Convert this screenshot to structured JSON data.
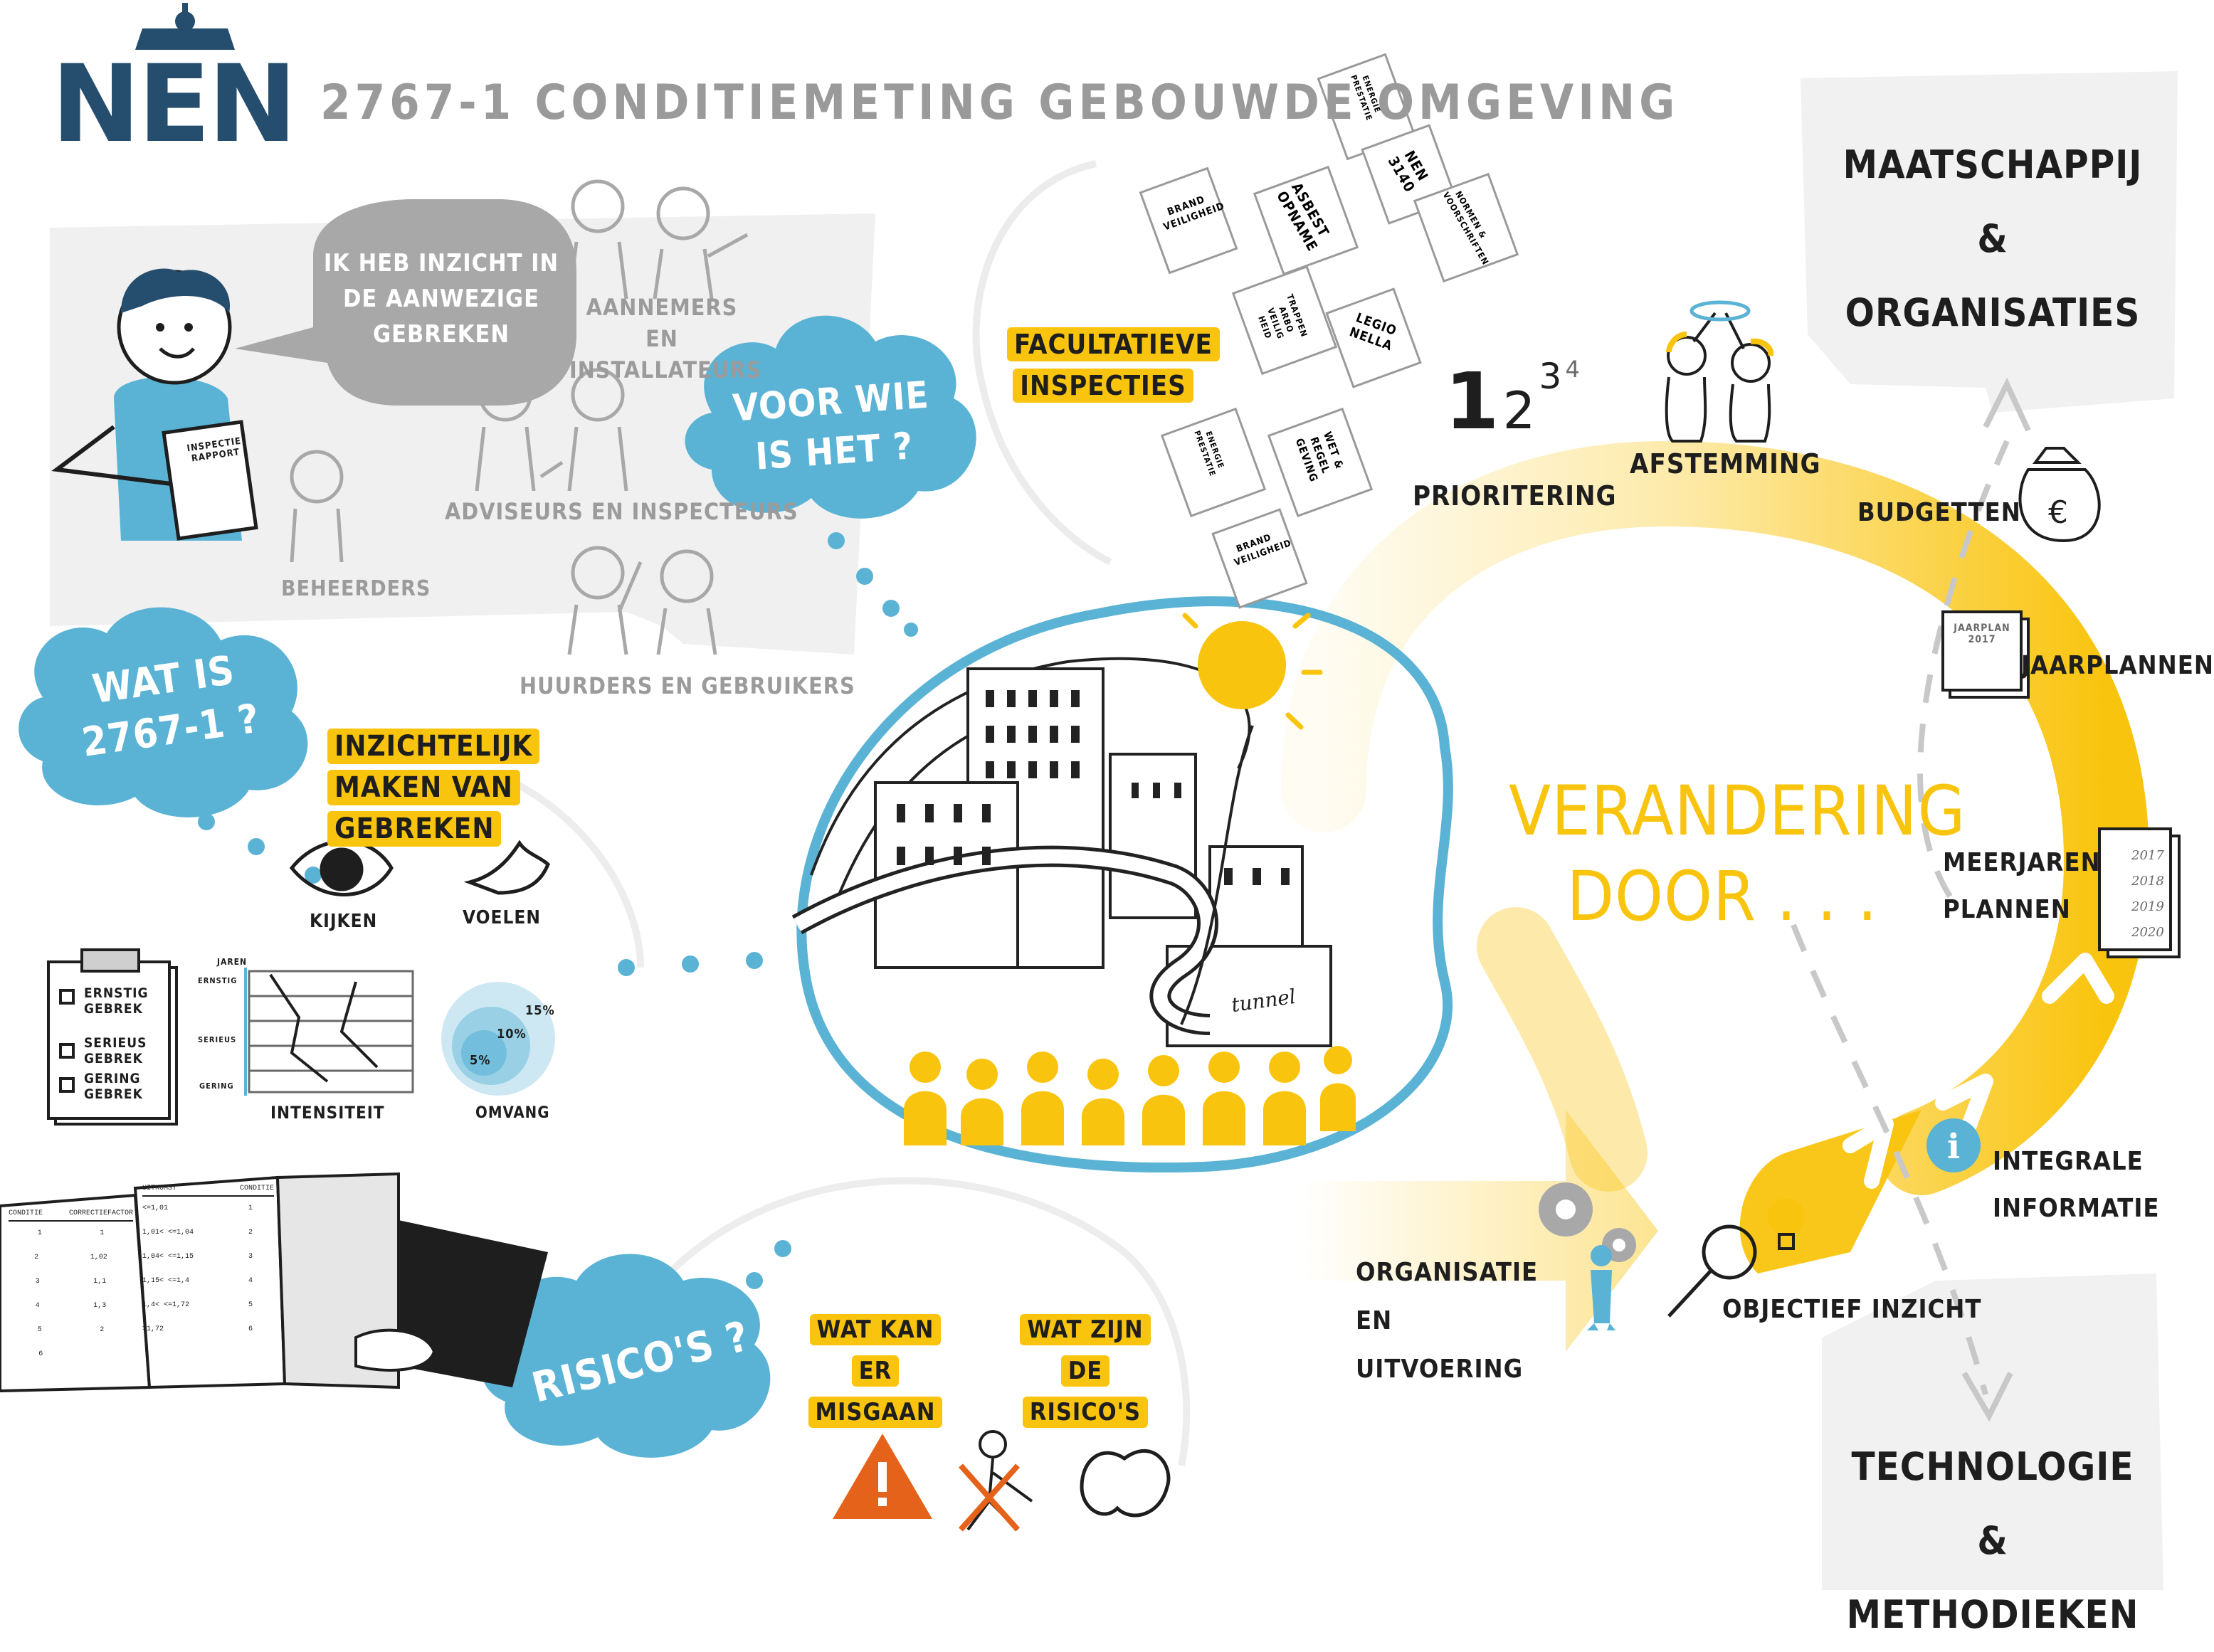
{
  "header": {
    "logo_text": "NEN",
    "title": "2767-1 CONDITIEMETING GEBOUWDE OMGEVING"
  },
  "speech_bubble": "IK HEB INZICHT IN DE AANWEZIGE GEBREKEN",
  "inspector": {
    "report_label": "INSPECTIE RAPPORT"
  },
  "stakeholders": {
    "aannemers": "AANNEMERS EN INSTALLATEURS",
    "adviseurs": "ADVISEURS EN INSPECTEURS",
    "beheerders": "BEHEERDERS",
    "huurders": "HUURDERS EN GEBRUIKERS"
  },
  "clouds": {
    "voor_wie": "VOOR WIE IS HET ?",
    "wat_is": "WAT IS 2767-1 ?",
    "risicos": "RISICO'S ?"
  },
  "facultatieve": "FACULTATIEVE INSPECTIES",
  "papers": {
    "p1": "ENERGIE PRESTATIE",
    "p2": "NEN 3140",
    "p3": "NORMEN & VOORSCHRIFTEN",
    "p4": "ASBEST OPNAME",
    "p5": "BRAND VEILIGHEID",
    "p6": "TRAPPEN ARBO VEILIG HEID",
    "p7": "LEGIO NELLA",
    "p8": "ENERGIE PRESTATIE",
    "p9": "WET & REGEL GEVING",
    "p10": "BRAND VEILIGHEID"
  },
  "wat_is_section": {
    "highlight": "INZICHTELIJK MAKEN VAN GEBREKEN",
    "kijken": "KIJKEN",
    "voelen": "VOELEN",
    "checklist": [
      "ERNSTIG GEBREK",
      "SERIEUS GEBREK",
      "GERING GEBREK"
    ],
    "intensity_axis": [
      "ERNSTIG",
      "SERIEUS",
      "GERING"
    ],
    "intensity_top": "JAREN",
    "intensiteit": "INTENSITEIT",
    "omvang": "OMVANG",
    "omvang_values": [
      "15%",
      "10%",
      "5%"
    ]
  },
  "tablet": {
    "left_headers": [
      "CONDITIE",
      "CORRECTIEFACTOR"
    ],
    "left_rows": [
      [
        "1",
        "1"
      ],
      [
        "2",
        "1,02"
      ],
      [
        "3",
        "1,1"
      ],
      [
        "4",
        "1,3"
      ],
      [
        "5",
        "2"
      ],
      [
        "6",
        ""
      ]
    ],
    "right_headers": [
      "UITKOMST",
      "CONDITIE"
    ],
    "right_rows": [
      [
        "<=1,01",
        "1"
      ],
      [
        "1,01< <=1,04",
        "2"
      ],
      [
        "1,04< <=1,15",
        "3"
      ],
      [
        "1,15< <=1,4",
        "4"
      ],
      [
        "1,4< <=1,72",
        "5"
      ],
      [
        ">1,72",
        "6"
      ]
    ]
  },
  "risk_section": {
    "wat_kan": "WAT KAN ER MISGAAN",
    "wat_zijn": "WAT ZIJN DE RISICO'S"
  },
  "city": {
    "tunnel_label": "tunnel"
  },
  "cycle": {
    "center": "VERANDERING DOOR . . .",
    "prioritering": "PRIORITERING",
    "prio_numbers": [
      "1",
      "2",
      "3",
      "4"
    ],
    "afstemming": "AFSTEMMING",
    "budgetten": "BUDGETTEN",
    "jaarplannen": "JAARPLANNEN",
    "jaarplan_doc": "JAARPLAN 2017",
    "meerjaren": "MEERJAREN PLANNEN",
    "meerjaren_years": [
      "2017",
      "2018",
      "2019",
      "2020"
    ],
    "integrale": "INTEGRALE INFORMATIE",
    "objectief": "OBJECTIEF INZICHT",
    "organisatie": "ORGANISATIE EN UITVOERING"
  },
  "maatschappij": "MAATSCHAPPIJ & ORGANISATIES",
  "technologie": "TECHNOLOGIE & METHODIEKEN",
  "colors": {
    "blue": "#5ab3d5",
    "yellow": "#f9c40d",
    "orange": "#e5621a",
    "grey_panel": "#f0f0f0",
    "navy": "#254e6e",
    "grey_text": "#9b9b9b"
  }
}
